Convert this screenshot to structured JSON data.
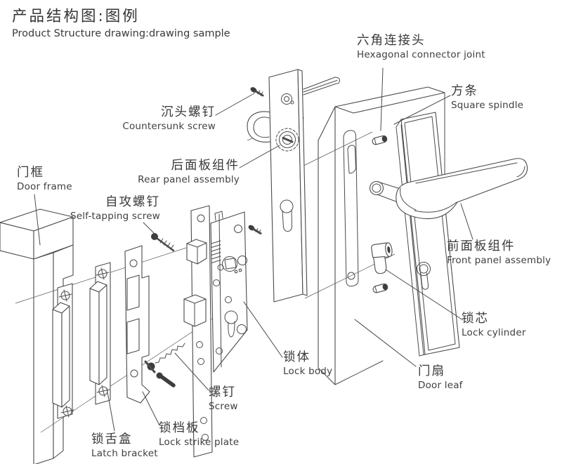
{
  "title": {
    "zh": "产品结构图:图例",
    "en": "Product Structure drawing:drawing sample"
  },
  "labels": {
    "hex_connector": {
      "zh": "六角连接头",
      "en": "Hexagonal connector joint"
    },
    "square_spindle": {
      "zh": "方条",
      "en": "Square spindle"
    },
    "countersunk_screw": {
      "zh": "沉头螺钉",
      "en": "Countersunk screw"
    },
    "rear_panel": {
      "zh": "后面板组件",
      "en": "Rear panel assembly"
    },
    "door_frame": {
      "zh": "门框",
      "en": "Door frame"
    },
    "self_tapping_screw": {
      "zh": "自攻螺钉",
      "en": "Self-tapping screw"
    },
    "front_panel": {
      "zh": "前面板组件",
      "en": "Front panel assembly"
    },
    "lock_cylinder": {
      "zh": "锁芯",
      "en": "Lock cylinder"
    },
    "lock_body": {
      "zh": "锁体",
      "en": "Lock body"
    },
    "door_leaf": {
      "zh": "门扇",
      "en": "Door leaf"
    },
    "screw": {
      "zh": "螺钉",
      "en": "Screw"
    },
    "strike_plate": {
      "zh": "锁档板",
      "en": "Lock strike plate"
    },
    "latch_bracket": {
      "zh": "锁舌盒",
      "en": "Latch bracket"
    }
  },
  "colors": {
    "line": "#4a4a4a",
    "text": "#3d3d3d",
    "background": "#ffffff"
  }
}
